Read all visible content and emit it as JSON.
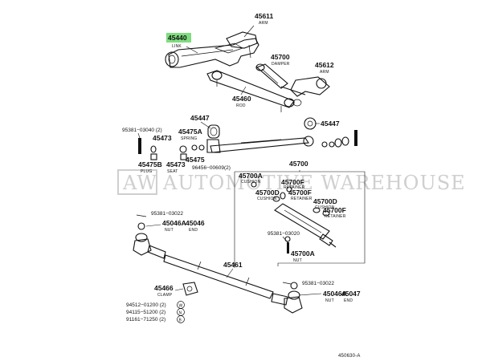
{
  "highlight_color": "#7fdc7f",
  "watermark": {
    "badge": "AW",
    "text": "AUTOMOTIVE WAREHOUSE"
  },
  "labels": {
    "p45611": "45611",
    "p45611_sub": "ARM",
    "p45440": "45440",
    "p45440_sub": "LINK",
    "p45700_top": "45700",
    "p45700_top_sub": "DAMPER",
    "p45612": "45612",
    "p45612_sub": "ARM",
    "p45460": "45460",
    "p45460_sub": "ROD",
    "p45447_a": "45447",
    "p45447_b": "45447",
    "c95381_03040": "95381−03040 (2)",
    "p45473_a": "45473",
    "p45475A": "45475A",
    "p45475A_sub": "SPRING",
    "p45475": "45475",
    "p45475B": "45475B",
    "p45475B_sub": "PLUG",
    "p45473_b": "45473",
    "p45473_b_sub": "SEAT",
    "c96456_00609": "96456−00609(2)",
    "p45700_mid": "45700",
    "p45700A_a": "45700A",
    "p45700A_a_sub": "CUSHION",
    "p45700F_a": "45700F",
    "p45700F_a_sub": "RETAINER",
    "p45700D_a": "45700D",
    "p45700D_a_sub": "CUSHION",
    "p45700F_b": "45700F",
    "p45700F_b_sub": "RETAINER",
    "p45700D_b": "45700D",
    "p45700D_b_sub": "CUSHION",
    "p45700F_c": "45700F",
    "p45700F_c_sub": "RETAINER",
    "c95381_03020": "95381−03020",
    "p45700A_b": "45700A",
    "p45700A_b_sub": "NUT",
    "c95381_03022_a": "95381−03022",
    "p45046A_a": "45046A",
    "p45046A_a_sub": "NUT",
    "p45046": "45046",
    "p45046_sub": "END",
    "p45461": "45461",
    "c95381_03022_b": "95381−03022",
    "p45046A_b": "45046A",
    "p45046A_b_sub": "NUT",
    "p45047": "45047",
    "p45047_sub": "END",
    "p45466": "45466",
    "p45466_sub": "CLAMP",
    "c94512_01200": "94512−01200 (2)",
    "m_w": "W",
    "c94115_51200": "94115−51200 (2)",
    "m_n": "N",
    "c91161_71250": "91161−71250 (2)",
    "m_b": "B",
    "ref": "450630-A"
  }
}
